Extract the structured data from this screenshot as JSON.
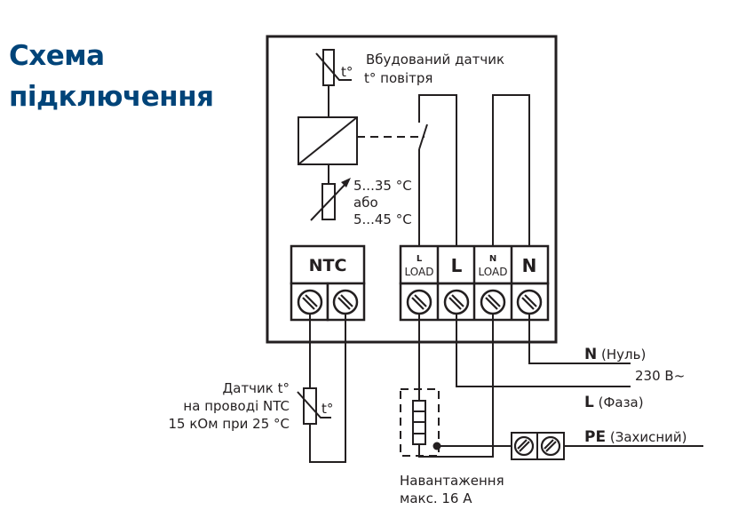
{
  "title": {
    "line1": "Схема",
    "line2": "підключення"
  },
  "colors": {
    "title": "#004479",
    "line": "#231f20"
  },
  "labels": {
    "builtin_sensor_line1": "Вбудований датчик",
    "builtin_sensor_line2": "t° повітря",
    "t_symbol": "t°",
    "range_line1": "5...35 °C",
    "range_line2": "або",
    "range_line3": "5...45 °C",
    "ntc_sensor_line1": "Датчик t°",
    "ntc_sensor_line2": "на проводі NTC",
    "ntc_sensor_line3": "15 кОм при 25 °C",
    "load_line1": "Навантаження",
    "load_line2": "макс. 16 А",
    "voltage": "230 В~"
  },
  "terminals": {
    "ntc": "NTC",
    "l_load_top": "L",
    "l_load_bottom": "LOAD",
    "l": "L",
    "n_load_top": "N",
    "n_load_bottom": "LOAD",
    "n": "N"
  },
  "mains": {
    "n_bold": "N",
    "n_rest": " (Нуль)",
    "l_bold": "L",
    "l_rest": " (Фаза)",
    "pe_bold": "PE",
    "pe_rest": " (Захисний)"
  }
}
